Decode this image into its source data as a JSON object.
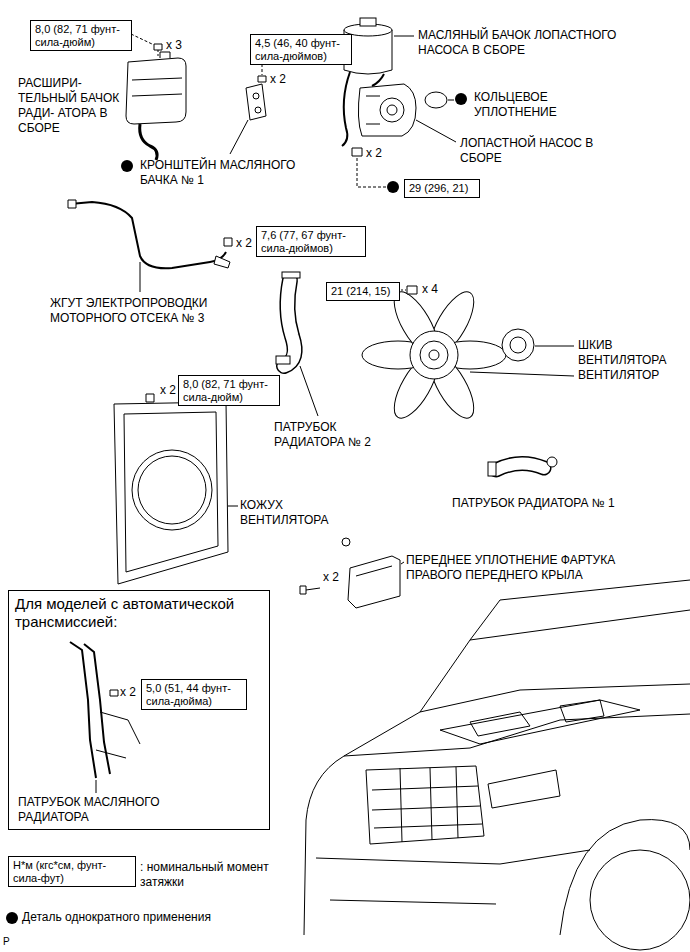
{
  "diagram": {
    "nodes": [
      {
        "text": [
          "8,0 (82, 71 фунт-сила-дюйм)"
        ]
      },
      {
        "text": [
          "4,5 (46, 40 фунт-сила-дюймов)"
        ]
      },
      {
        "text": [
          "29 (296, 21)"
        ]
      },
      {
        "text": [
          "7,6 (77, 67 фунт-сила-дюймов)"
        ]
      },
      {
        "text": [
          "21 (214, 15)"
        ]
      },
      {
        "text": [
          "8,0 (82, 71 фунт-сила-дюйм)"
        ]
      },
      {
        "text": [
          "Для моделей с автоматической трансмиссией:"
        ]
      },
      {
        "text": [
          "5,0 (51, 44 фунт-сила-дюйма)"
        ],
        "in": 6
      },
      {
        "text": [
          "Н*м (кгс*см, фунт-сила-фут)"
        ]
      }
    ],
    "labels": [
      "x 3",
      "РАСШИРИ- ТЕЛЬНЫЙ БАЧОК РАДИ- АТОРА В СБОРЕ",
      "x 2",
      "КРОНШТЕЙН МАСЛЯНОГО БАЧКА № 1",
      "МАСЛЯНЫЙ БАЧОК ЛОПАСТНОГО НАСОСА В СБОРЕ",
      "КОЛЬЦЕВОЕ УПЛОТНЕНИЕ",
      "ЛОПАСТНОЙ НАСОС В СБОРЕ",
      "x 2",
      "x 2",
      "ЖГУТ ЭЛЕКТРОПРОВОДКИ МОТОРНОГО ОТСЕКА № 3",
      "x 4",
      "ШКИВ ВЕНТИЛЯТОРА",
      "ВЕНТИЛЯТОР",
      "x 2",
      "ПАТРУБОК РАДИАТОРА № 2",
      "КОЖУХ ВЕНТИЛЯТОРА",
      "ПАТРУБОК РАДИАТОРА № 1",
      "ПЕРЕДНЕЕ УПЛОТНЕНИЕ ФАРТУКА ПРАВОГО ПЕРЕДНЕГО КРЫЛА",
      "x 2",
      "x 2",
      "ПАТРУБОК МАСЛЯНОГО РАДИАТОРА",
      ": номинальный момент затяжки",
      "P"
    ],
    "legend": [
      {
        "text": "Деталь однократного применения"
      }
    ]
  }
}
